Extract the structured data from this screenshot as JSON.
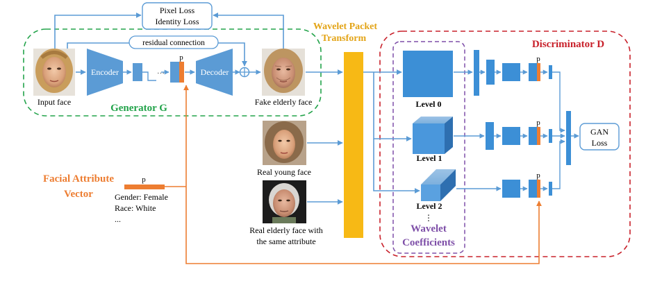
{
  "diagram": {
    "generator": {
      "title": "Generator G",
      "encoder_label": "Encoder",
      "decoder_label": "Decoder",
      "residual_label": "residual connection",
      "bottleneck_label": "p",
      "ellipsis": "…",
      "input_caption": "Input face",
      "output_caption": "Fake elderly face"
    },
    "losses": {
      "pixel": "Pixel Loss",
      "identity": "Identity Loss"
    },
    "wavelet": {
      "title_line1": "Wavelet Packet",
      "title_line2": "Transform",
      "coefficients_line1": "Wavelet",
      "coefficients_line2": "Coefficients",
      "levels": [
        "Level 0",
        "Level 1",
        "Level 2"
      ],
      "vertical_dots": "⋮"
    },
    "inputs": {
      "real_young": "Real young face",
      "real_elderly_line1": "Real elderly face with",
      "real_elderly_line2": "the same attribute"
    },
    "attributes": {
      "title_line1": "Facial Attribute",
      "title_line2": "Vector",
      "vector_label": "p",
      "gender": "Gender: Female",
      "race": "Race: White",
      "more": "..."
    },
    "discriminator": {
      "title": "Discriminator D",
      "p_label": "p",
      "gan_line1": "GAN",
      "gan_line2": "Loss"
    },
    "colors": {
      "block_blue": "#5b9bd5",
      "arrow_blue": "#5b9bd5",
      "generator_green": "#22a34a",
      "discriminator_red": "#c8202a",
      "wavelet_yellow": "#f7b915",
      "attribute_orange": "#ed7d31",
      "coeff_purple": "#7e4fa8"
    }
  }
}
